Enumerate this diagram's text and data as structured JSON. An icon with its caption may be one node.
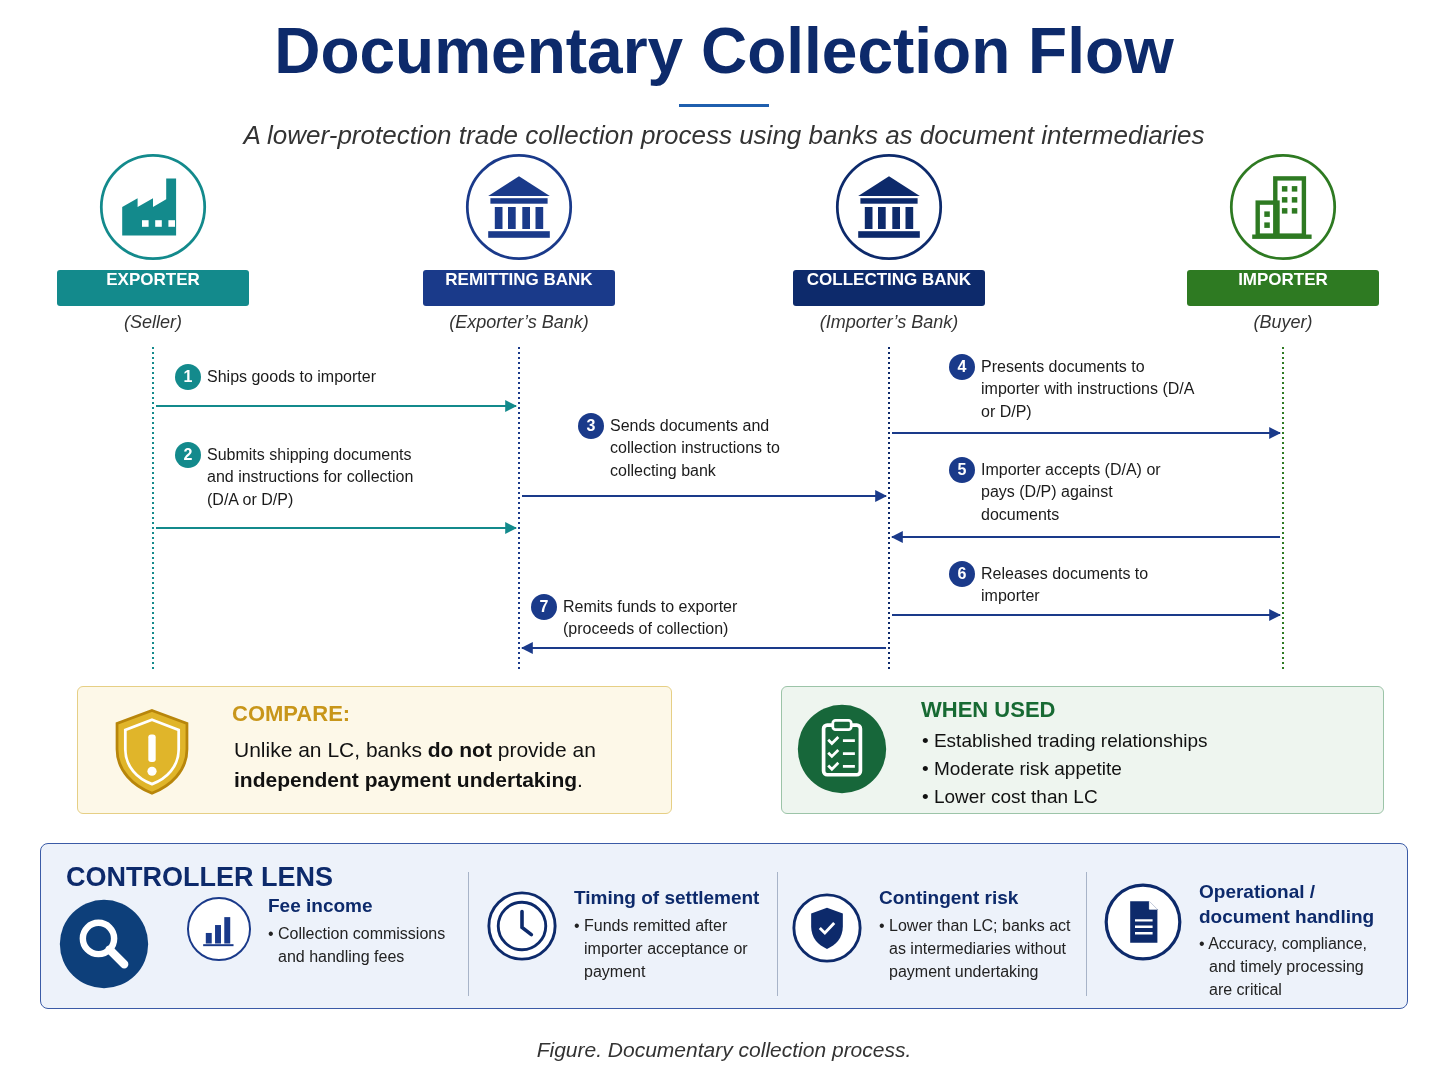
{
  "diagram": {
    "title": "Documentary Collection Flow",
    "caption": "Figure. Documentary collection process.",
    "nodes": [
      {
        "text": [
          "EXPORTER",
          "(Seller)"
        ]
      },
      {
        "text": [
          "REMITTING BANK",
          "(Exporter’s Bank)"
        ]
      },
      {
        "text": [
          "COLLECTING BANK",
          "(Importer’s Bank)"
        ]
      },
      {
        "text": [
          "IMPORTER",
          "(Buyer)"
        ]
      },
      {
        "text": [
          "COMPARE:",
          "Unlike an LC, banks **do not** provide an **independent payment undertaking**."
        ]
      },
      {
        "text": [
          "WHEN USED",
          "• Established trading relationships",
          "• Moderate risk appetite",
          "• Lower cost than LC"
        ]
      },
      {
        "text": [
          "CONTROLLER LENS"
        ]
      },
      {
        "text": [
          "Fee income",
          "• Collection commissions and handling fees"
        ],
        "in": 6
      },
      {
        "text": [
          "Timing of settlement",
          "• Funds remitted after importer acceptance or payment"
        ],
        "in": 6
      },
      {
        "text": [
          "Contingent risk",
          "• Lower than LC; banks act as intermediaries without payment undertaking"
        ],
        "in": 6
      },
      {
        "text": [
          "Operational / document handling",
          "• Accuracy, compliance, and timely processing are critical"
        ],
        "in": 6
      }
    ],
    "edges": [
      {
        "from": 0,
        "to": 1,
        "arrow": "to",
        "label": "Ships goods to importer",
        "color": "#138a8c"
      },
      {
        "from": 0,
        "to": 1,
        "arrow": "to",
        "label": "Submits shipping documents and instructions for collection (D/A or D/P)",
        "color": "#138a8c"
      },
      {
        "from": 1,
        "to": 2,
        "arrow": "to",
        "label": "Sends documents and collection instructions to collecting bank"
      },
      {
        "from": 2,
        "to": 3,
        "arrow": "to",
        "label": "Presents documents to importer with instructions (D/A or D/P)"
      },
      {
        "from": 3,
        "to": 2,
        "arrow": "to",
        "label": "Importer accepts (D/A) or pays (D/P) against documents"
      },
      {
        "from": 2,
        "to": 3,
        "arrow": "to",
        "label": "Releases documents to importer"
      },
      {
        "from": 2,
        "to": 1,
        "arrow": "to",
        "label": "Remits funds to exporter (proceeds of collection)"
      }
    ],
    "labels": [
      "A lower-protection trade collection process using banks as document intermediaries",
      "1",
      "2",
      "3",
      "4",
      "5",
      "6",
      "7"
    ]
  }
}
